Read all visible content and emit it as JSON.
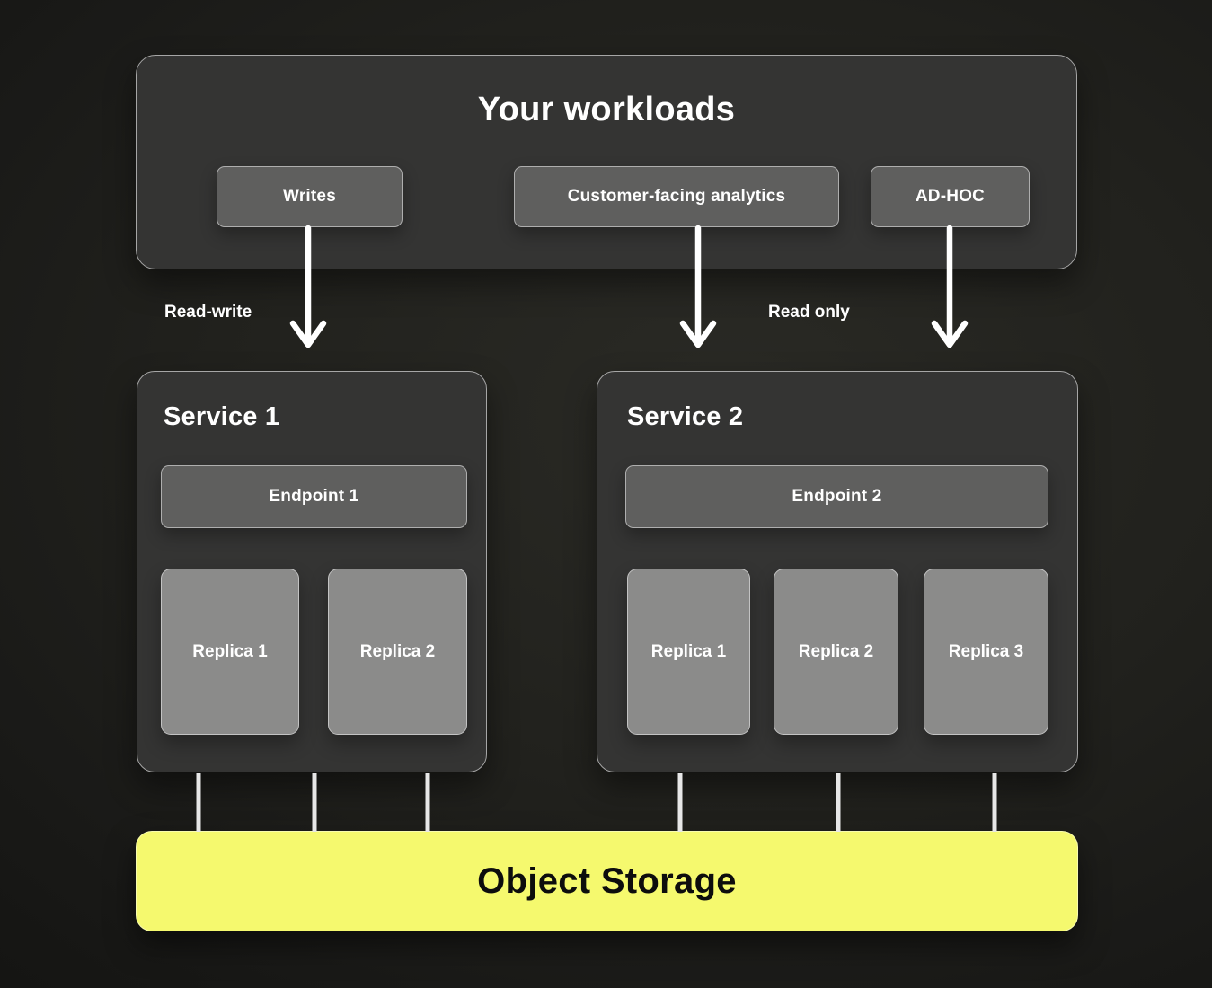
{
  "colors": {
    "background_dark": "#1b1b18",
    "panel_fill": "#343433",
    "panel_border": "#a6a6a6",
    "button_fill": "#5f5f5e",
    "replica_fill": "#8b8b8a",
    "storage_yellow": "#f5f96e",
    "arrow_white": "#ffffff"
  },
  "workloads": {
    "title": "Your workloads",
    "items": [
      {
        "label": "Writes"
      },
      {
        "label": "Customer-facing analytics"
      },
      {
        "label": "AD-HOC"
      }
    ]
  },
  "edges": {
    "read_write_label": "Read-write",
    "read_only_label": "Read only"
  },
  "services": [
    {
      "title": "Service 1",
      "endpoint": "Endpoint 1",
      "replicas": [
        "Replica 1",
        "Replica 2"
      ]
    },
    {
      "title": "Service 2",
      "endpoint": "Endpoint 2",
      "replicas": [
        "Replica 1",
        "Replica 2",
        "Replica 3"
      ]
    }
  ],
  "storage": {
    "label": "Object Storage"
  }
}
